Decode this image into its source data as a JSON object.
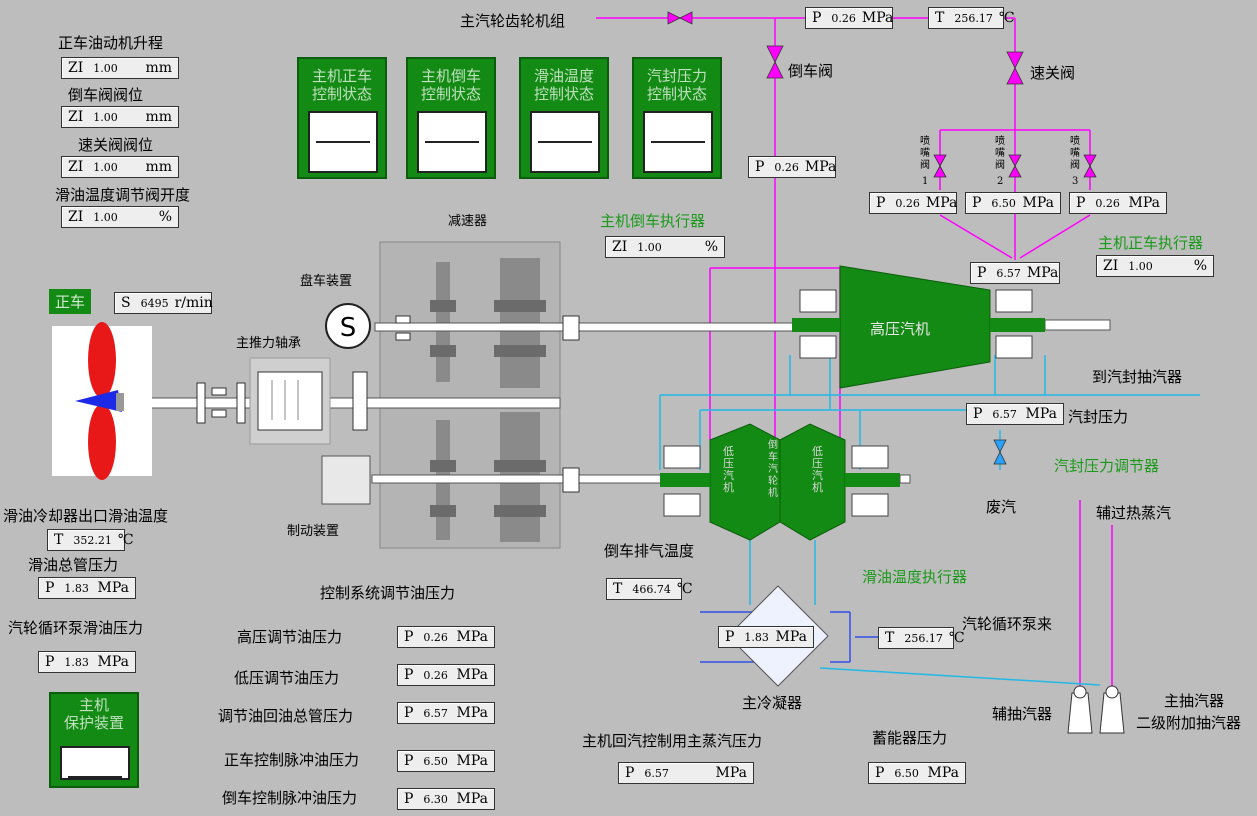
{
  "top": {
    "gear_unit": "主汽轮齿轮机组",
    "p_main": {
      "prefix": "P",
      "value": "0.26",
      "unit": "MPa"
    },
    "t_main": {
      "prefix": "T",
      "value": "256.17",
      "unit": "℃"
    },
    "reverse_valve": "倒车阀",
    "quick_close_valve": "速关阀"
  },
  "left": {
    "ahead_engine_lift": {
      "label": "正车油动机升程",
      "prefix": "ZI",
      "value": "1.00",
      "unit": "mm"
    },
    "reverse_valve_pos": {
      "label": "倒车阀阀位",
      "prefix": "ZI",
      "value": "1.00",
      "unit": "mm"
    },
    "quick_valve_pos": {
      "label": "速关阀阀位",
      "prefix": "ZI",
      "value": "1.00",
      "unit": "mm"
    },
    "oil_temp_valve": {
      "label": "滑油温度调节阀开度",
      "prefix": "ZI",
      "value": "1.00",
      "unit": "%"
    }
  },
  "panels": [
    {
      "line1": "主机正车",
      "line2": "控制状态"
    },
    {
      "line1": "主机倒车",
      "line2": "控制状态"
    },
    {
      "line1": "滑油温度",
      "line2": "控制状态"
    },
    {
      "line1": "汽封压力",
      "line2": "控制状态"
    }
  ],
  "nozzles": {
    "label": "喷嘴阀",
    "n1": "1",
    "n2": "2",
    "n3": "3",
    "p1": {
      "prefix": "P",
      "value": "0.26",
      "unit": "MPa"
    },
    "p2": {
      "prefix": "P",
      "value": "6.50",
      "unit": "MPa"
    },
    "p3": {
      "prefix": "P",
      "value": "0.26",
      "unit": "MPa"
    }
  },
  "reverse_line_p": {
    "prefix": "P",
    "value": "0.26",
    "unit": "MPa"
  },
  "reverse_actuator": {
    "label": "主机倒车执行器",
    "prefix": "ZI",
    "value": "1.00",
    "unit": "%"
  },
  "ahead_actuator": {
    "label": "主机正车执行器",
    "prefix": "ZI",
    "value": "1.00",
    "unit": "%"
  },
  "hp_inlet_p": {
    "prefix": "P",
    "value": "6.57",
    "unit": "MPa"
  },
  "gland_p": {
    "label": "汽封压力",
    "prefix": "P",
    "value": "6.57",
    "unit": "MPa"
  },
  "reducer": "减速器",
  "turning_gear": "盘车装置",
  "thrust_bearing": "主推力轴承",
  "brake": "制动装置",
  "ahead_status": "正车",
  "speed": {
    "prefix": "S",
    "value": "6495",
    "unit": "r/min"
  },
  "hp_turbine": "高压汽机",
  "lp_turbine_1": "低压汽机",
  "reverse_turbine": "倒车汽轮机",
  "lp_turbine_2": "低压汽机",
  "to_gland_extractor": "到汽封抽汽器",
  "gland_regulator": "汽封压力调节器",
  "waste_steam": "废汽",
  "aux_superheated": "辅过热蒸汽",
  "reverse_exhaust": {
    "label": "倒车排气温度",
    "prefix": "T",
    "value": "466.74",
    "unit": "℃"
  },
  "oil_temp_actuator": "滑油温度执行器",
  "condenser": {
    "label": "主冷凝器",
    "prefix": "P",
    "value": "1.83",
    "unit": "MPa"
  },
  "from_pump": {
    "label": "汽轮循环泵来",
    "prefix": "T",
    "value": "256.17",
    "unit": "℃"
  },
  "aux_ejector": "辅抽汽器",
  "main_ejector": "主抽汽器",
  "second_ejector": "二级附加抽汽器",
  "accumulator": {
    "label": "蓄能器压力",
    "prefix": "P",
    "value": "6.50",
    "unit": "MPa"
  },
  "return_steam": {
    "label": "主机回汽控制用主蒸汽压力",
    "prefix": "P",
    "value": "6.57",
    "unit": "MPa"
  },
  "cooler_out": {
    "label": "滑油冷却器出口滑油温度",
    "prefix": "T",
    "value": "352.21",
    "unit": "℃"
  },
  "oil_main_p": {
    "label": "滑油总管压力",
    "prefix": "P",
    "value": "1.83",
    "unit": "MPa"
  },
  "pump_oil_p": {
    "label": "汽轮循环泵滑油压力",
    "prefix": "P",
    "value": "1.83",
    "unit": "MPa"
  },
  "ctrl_oil": "控制系统调节油压力",
  "hp_reg": {
    "label": "高压调节油压力",
    "prefix": "P",
    "value": "0.26",
    "unit": "MPa"
  },
  "lp_reg": {
    "label": "低压调节油压力",
    "prefix": "P",
    "value": "0.26",
    "unit": "MPa"
  },
  "return_header": {
    "label": "调节油回油总管压力",
    "prefix": "P",
    "value": "6.57",
    "unit": "MPa"
  },
  "ahead_pulse": {
    "label": "正车控制脉冲油压力",
    "prefix": "P",
    "value": "6.50",
    "unit": "MPa"
  },
  "reverse_pulse": {
    "label": "倒车控制脉冲油压力",
    "prefix": "P",
    "value": "6.30",
    "unit": "MPa"
  },
  "protect": {
    "line1": "主机",
    "line2": "保护装置"
  }
}
